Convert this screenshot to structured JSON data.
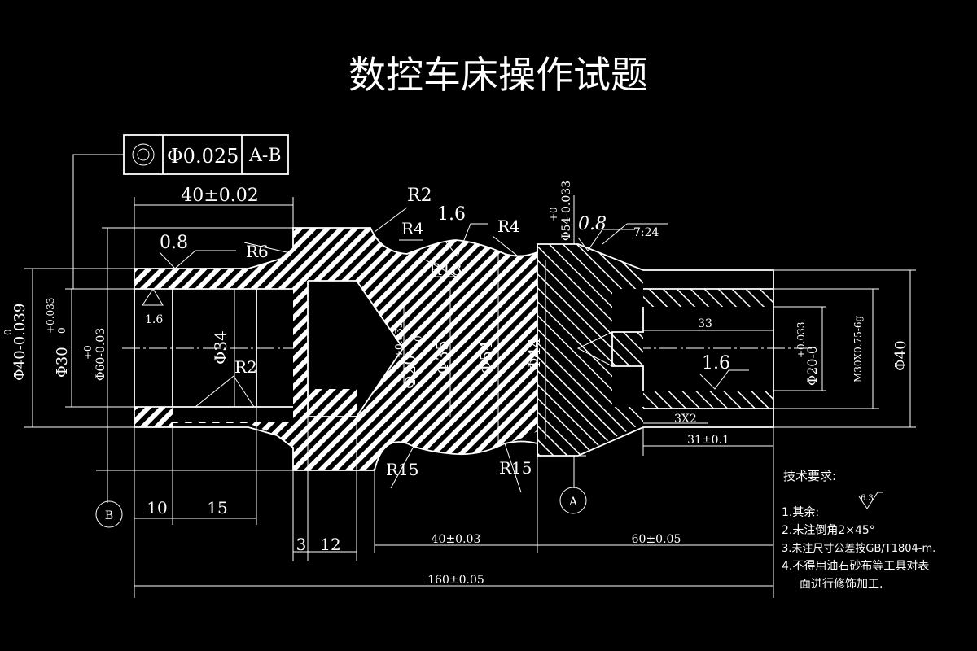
{
  "title": "数控车床操作试题",
  "tolerance_frame": {
    "symbol": "◎",
    "value": "Φ0.025",
    "datum": "A-B"
  },
  "dimensions": {
    "d40_tol": "40±0.02",
    "r2_top": "R2",
    "r4_left": "R4",
    "r6": "R6",
    "rough_08_left": "0.8",
    "rough_16_top": "1.6",
    "r4_right": "R4",
    "d54_top": "Φ54-0.033",
    "d54_top_plus": "+0",
    "rough_08_right": "0.8",
    "taper": "7:24",
    "r18": "R18",
    "rough_16_left_inner": "1.6",
    "phi34": "Φ34",
    "r2_inner": "R2",
    "phi20": "Φ20",
    "phi20_tol_up": "+0.033",
    "phi20_tol_low": "0",
    "phi35": "Φ35",
    "phi54": "Φ54",
    "phi44": "Φ44",
    "len33": "33",
    "rough_16_right": "1.6",
    "phi20_right": "Φ20-0",
    "phi20_right_tol": "+0.033",
    "thread": "M30X0.75-6g",
    "phi40_right": "Φ40",
    "chamfer_3x2": "3X2",
    "len31": "31±0.1",
    "r15_left": "R15",
    "r15_right": "R15",
    "phi40_left": "Φ40-0.039",
    "phi40_left_up": "0",
    "phi30_left": "Φ30",
    "phi30_tol_up": "+0.033",
    "phi30_tol_low": "0",
    "phi60": "Φ60-0.03",
    "phi60_up": "+0",
    "len10": "10",
    "len15": "15",
    "len3": "3",
    "len12": "12",
    "len40_03": "40±0.03",
    "len60_05": "60±0.05",
    "len160": "160±0.05"
  },
  "datums": {
    "a": "A",
    "b": "B"
  },
  "notes": {
    "heading": "技术要求:",
    "item1": "1.其余:",
    "item1_rough": "6.3",
    "item2": "2.未注倒角2×45°",
    "item3": "3.未注尺寸公差按GB/T1804-m.",
    "item4a": "4.不得用油石砂布等工具对表",
    "item4b": "面进行修饰加工."
  }
}
